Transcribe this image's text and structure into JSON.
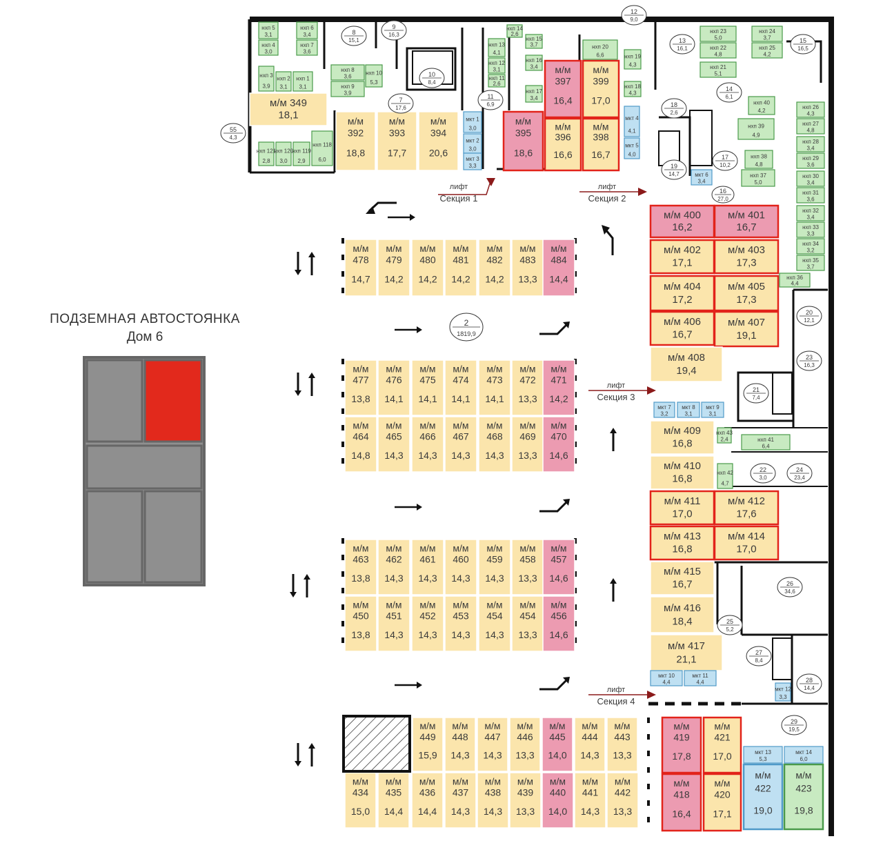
{
  "title": "ПОДЗЕМНАЯ АВТОСТОЯНКА",
  "subtitle": "Дом 6",
  "colors": {
    "available": "#fbe5ac",
    "selected": "#ec9bb1",
    "storage": "#c8eac1",
    "storage_border": "#4a9a4a",
    "tech": "#bfe0f2",
    "tech_border": "#4f9ac8",
    "highlight_border": "#e2231a",
    "locator_active": "#e2291c",
    "locator_inactive": "#8f8f8f",
    "wall": "#111111"
  },
  "labels": {
    "lift": "лифт",
    "section1": "Секция 1",
    "section2": "Секция 2",
    "section3": "Секция 3",
    "section4": "Секция 4"
  },
  "spaces": [
    {
      "id": "349",
      "area": "18,1"
    },
    {
      "id": "392",
      "area": "18,8"
    },
    {
      "id": "393",
      "area": "17,7"
    },
    {
      "id": "394",
      "area": "20,6"
    },
    {
      "id": "395",
      "area": "18,6"
    },
    {
      "id": "396",
      "area": "16,6"
    },
    {
      "id": "397",
      "area": "16,4"
    },
    {
      "id": "398",
      "area": "16,7"
    },
    {
      "id": "399",
      "area": "17,0"
    },
    {
      "id": "400",
      "area": "16,2"
    },
    {
      "id": "401",
      "area": "16,7"
    },
    {
      "id": "402",
      "area": "17,1"
    },
    {
      "id": "403",
      "area": "17,3"
    },
    {
      "id": "404",
      "area": "17,2"
    },
    {
      "id": "405",
      "area": "17,3"
    },
    {
      "id": "406",
      "area": "16,7"
    },
    {
      "id": "407",
      "area": "19,1"
    },
    {
      "id": "408",
      "area": "19,4"
    },
    {
      "id": "409",
      "area": "16,8"
    },
    {
      "id": "410",
      "area": "16,8"
    },
    {
      "id": "411",
      "area": "17,0"
    },
    {
      "id": "412",
      "area": "17,6"
    },
    {
      "id": "413",
      "area": "16,8"
    },
    {
      "id": "414",
      "area": "17,0"
    },
    {
      "id": "415",
      "area": "16,7"
    },
    {
      "id": "416",
      "area": "18,4"
    },
    {
      "id": "417",
      "area": "21,1"
    },
    {
      "id": "418",
      "area": "16,4"
    },
    {
      "id": "419",
      "area": "17,8"
    },
    {
      "id": "420",
      "area": "17,1"
    },
    {
      "id": "421",
      "area": "17,0"
    },
    {
      "id": "422",
      "area": "19,0"
    },
    {
      "id": "423",
      "area": "19,8"
    },
    {
      "id": "478",
      "area": "14,7"
    },
    {
      "id": "479",
      "area": "14,2"
    },
    {
      "id": "480",
      "area": "14,2"
    },
    {
      "id": "481",
      "area": "14,2"
    },
    {
      "id": "482",
      "area": "14,2"
    },
    {
      "id": "483",
      "area": "13,3"
    },
    {
      "id": "484",
      "area": "14,4"
    },
    {
      "id": "477",
      "area": "13,8"
    },
    {
      "id": "476",
      "area": "14,1"
    },
    {
      "id": "475",
      "area": "14,1"
    },
    {
      "id": "474",
      "area": "14,1"
    },
    {
      "id": "473",
      "area": "14,1"
    },
    {
      "id": "472",
      "area": "13,3"
    },
    {
      "id": "471",
      "area": "14,2"
    },
    {
      "id": "464",
      "area": "14,8"
    },
    {
      "id": "465",
      "area": "14,3"
    },
    {
      "id": "466",
      "area": "14,3"
    },
    {
      "id": "467",
      "area": "14,3"
    },
    {
      "id": "468",
      "area": "14,3"
    },
    {
      "id": "469",
      "area": "13,3"
    },
    {
      "id": "470",
      "area": "14,6"
    },
    {
      "id": "463",
      "area": "13,8"
    },
    {
      "id": "462",
      "area": "14,3"
    },
    {
      "id": "461",
      "area": "14,3"
    },
    {
      "id": "460",
      "area": "14,3"
    },
    {
      "id": "459",
      "area": "14,3"
    },
    {
      "id": "458",
      "area": "13,3"
    },
    {
      "id": "457",
      "area": "14,6"
    },
    {
      "id": "450",
      "area": "13,8"
    },
    {
      "id": "451",
      "area": "14,3"
    },
    {
      "id": "452",
      "area": "14,3"
    },
    {
      "id": "453",
      "area": "14,3"
    },
    {
      "id": "454",
      "area": "14,3"
    },
    {
      "id": "454",
      "area": "13,3"
    },
    {
      "id": "456",
      "area": "14,6"
    },
    {
      "id": "449",
      "area": "15,9"
    },
    {
      "id": "448",
      "area": "14,3"
    },
    {
      "id": "447",
      "area": "14,3"
    },
    {
      "id": "446",
      "area": "13,3"
    },
    {
      "id": "445",
      "area": "14,0"
    },
    {
      "id": "444",
      "area": "14,3"
    },
    {
      "id": "443",
      "area": "13,3"
    },
    {
      "id": "434",
      "area": "15,0"
    },
    {
      "id": "435",
      "area": "14,4"
    },
    {
      "id": "436",
      "area": "14,4"
    },
    {
      "id": "437",
      "area": "14,3"
    },
    {
      "id": "438",
      "area": "14,3"
    },
    {
      "id": "439",
      "area": "13,3"
    },
    {
      "id": "440",
      "area": "14,0"
    },
    {
      "id": "441",
      "area": "14,3"
    },
    {
      "id": "442",
      "area": "13,3"
    }
  ],
  "storage": [
    {
      "n": "5",
      "a": "3,1"
    },
    {
      "n": "6",
      "a": "3,4"
    },
    {
      "n": "4",
      "a": "3,0"
    },
    {
      "n": "7",
      "a": "3,6"
    },
    {
      "n": "3",
      "a": "3,9"
    },
    {
      "n": "2",
      "a": "3,1"
    },
    {
      "n": "1",
      "a": "3,1"
    },
    {
      "n": "8",
      "a": "3,6"
    },
    {
      "n": "10",
      "a": "5,3"
    },
    {
      "n": "9",
      "a": "3,9"
    },
    {
      "n": "121",
      "a": "2,8"
    },
    {
      "n": "120",
      "a": "3,0"
    },
    {
      "n": "119",
      "a": "2,9"
    },
    {
      "n": "118",
      "a": "6,0"
    },
    {
      "n": "14",
      "a": "2,6"
    },
    {
      "n": "13",
      "a": "4,1"
    },
    {
      "n": "12",
      "a": "3,1"
    },
    {
      "n": "11",
      "a": "2,6"
    },
    {
      "n": "15",
      "a": "3,7"
    },
    {
      "n": "16",
      "a": "3,4"
    },
    {
      "n": "17",
      "a": "3,4"
    },
    {
      "n": "20",
      "a": "6,6"
    },
    {
      "n": "19",
      "a": "4,3"
    },
    {
      "n": "18",
      "a": "4,3"
    },
    {
      "n": "23",
      "a": "5,0"
    },
    {
      "n": "24",
      "a": "3,7"
    },
    {
      "n": "22",
      "a": "4,8"
    },
    {
      "n": "25",
      "a": "4,2"
    },
    {
      "n": "21",
      "a": "5,1"
    },
    {
      "n": "40",
      "a": "4,2"
    },
    {
      "n": "39",
      "a": "4,9"
    },
    {
      "n": "38",
      "a": "4,8"
    },
    {
      "n": "37",
      "a": "5,0"
    },
    {
      "n": "26",
      "a": "4,3"
    },
    {
      "n": "27",
      "a": "4,8"
    },
    {
      "n": "28",
      "a": "3,4"
    },
    {
      "n": "29",
      "a": "3,6"
    },
    {
      "n": "30",
      "a": "3,4"
    },
    {
      "n": "31",
      "a": "3,6"
    },
    {
      "n": "32",
      "a": "3,4"
    },
    {
      "n": "33",
      "a": "3,3"
    },
    {
      "n": "34",
      "a": "3,2"
    },
    {
      "n": "35",
      "a": "3,7"
    },
    {
      "n": "36",
      "a": "4,4"
    },
    {
      "n": "41",
      "a": "6,4"
    },
    {
      "n": "42",
      "a": "4,7"
    },
    {
      "n": "43",
      "a": "2,4"
    }
  ],
  "tech_rooms": [
    {
      "n": "1",
      "a": "3,0"
    },
    {
      "n": "2",
      "a": "3,0"
    },
    {
      "n": "3",
      "a": "3,3"
    },
    {
      "n": "4",
      "a": "4,1"
    },
    {
      "n": "5",
      "a": "4,0"
    },
    {
      "n": "6",
      "a": "3,4"
    },
    {
      "n": "7",
      "a": "3,2"
    },
    {
      "n": "8",
      "a": "3,1"
    },
    {
      "n": "9",
      "a": "3,1"
    },
    {
      "n": "10",
      "a": "4,4"
    },
    {
      "n": "11",
      "a": "4,4"
    },
    {
      "n": "12",
      "a": "3,3"
    },
    {
      "n": "13",
      "a": "5,3"
    },
    {
      "n": "14",
      "a": "6,0"
    }
  ],
  "rooms": [
    {
      "n": "2",
      "a": "1819,9"
    },
    {
      "n": "7",
      "a": "17,6"
    },
    {
      "n": "8",
      "a": "15,1"
    },
    {
      "n": "9",
      "a": "16,3"
    },
    {
      "n": "10",
      "a": "8,4"
    },
    {
      "n": "11",
      "a": "6,9"
    },
    {
      "n": "12",
      "a": "9,0"
    },
    {
      "n": "13",
      "a": "16,1"
    },
    {
      "n": "14",
      "a": "6,1"
    },
    {
      "n": "15",
      "a": "16,5"
    },
    {
      "n": "16",
      "a": "27,0"
    },
    {
      "n": "17",
      "a": "10,2"
    },
    {
      "n": "18",
      "a": "2,6"
    },
    {
      "n": "19",
      "a": "14,7"
    },
    {
      "n": "20",
      "a": "12,1"
    },
    {
      "n": "21",
      "a": "7,4"
    },
    {
      "n": "22",
      "a": "3,0"
    },
    {
      "n": "23",
      "a": "16,3"
    },
    {
      "n": "24",
      "a": "23,4"
    },
    {
      "n": "25",
      "a": "5,2"
    },
    {
      "n": "26",
      "a": "34,6"
    },
    {
      "n": "27",
      "a": "8,4"
    },
    {
      "n": "28",
      "a": "14,4"
    },
    {
      "n": "29",
      "a": "19,5"
    },
    {
      "n": "55",
      "a": "4,3"
    }
  ],
  "prefixes": {
    "mm": "м/м",
    "storage": "нхп",
    "tech": "мкт"
  }
}
